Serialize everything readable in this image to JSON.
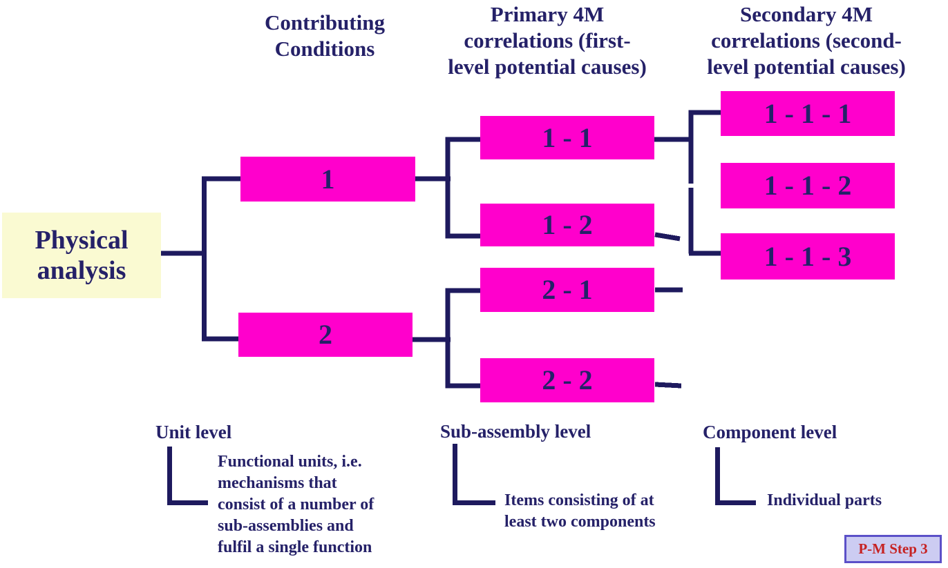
{
  "root": {
    "label": "Physical\nanalysis"
  },
  "headers": {
    "contributing": {
      "label": "Contributing\nConditions"
    },
    "primary": {
      "label": "Primary 4M\ncorrelations  (first-\nlevel potential causes)"
    },
    "secondary": {
      "label": "Secondary 4M\ncorrelations (second-\nlevel potential causes)"
    }
  },
  "nodes": {
    "unit": [
      {
        "label": "1"
      },
      {
        "label": "2"
      }
    ],
    "primary": [
      {
        "label": "1 - 1"
      },
      {
        "label": "1 - 2"
      },
      {
        "label": "2 - 1"
      },
      {
        "label": "2 - 2"
      }
    ],
    "secondary": [
      {
        "label": "1 - 1 - 1"
      },
      {
        "label": "1 - 1 - 2"
      },
      {
        "label": "1 - 1 - 3"
      }
    ]
  },
  "legend": {
    "unit": {
      "title": "Unit level",
      "desc": "Functional units, i.e.\nmechanisms that\nconsist of a number of\nsub-assemblies and\nfulfil a single function"
    },
    "sub_assembly": {
      "title": "Sub-assembly level",
      "desc": "Items consisting of at\nleast two components"
    },
    "component": {
      "title": "Component level",
      "desc": "Individual parts"
    }
  },
  "badge": {
    "label": "P-M Step 3"
  },
  "colors": {
    "node_fill": "#FF00CC",
    "root_fill": "#FAFAD2",
    "line_color": "#1E1A5E",
    "text_color": "#252168",
    "badge_fill": "#CCCCF2",
    "badge_border": "#5B50C8",
    "badge_text": "#C62222",
    "bg": "#FFFFFF"
  }
}
